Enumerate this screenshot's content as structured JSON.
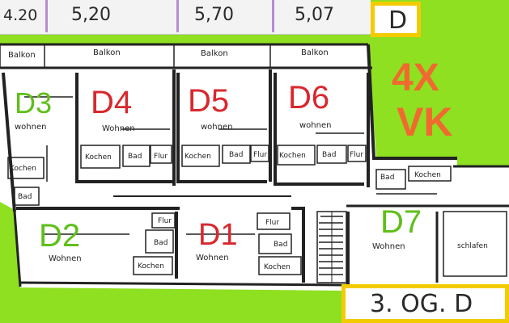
{
  "dimensions": [
    "4.20",
    "5,20",
    "5,70",
    "5,07"
  ],
  "floor_badge": "D",
  "summary_line1": "4X",
  "summary_line2": "VK",
  "floor_label": "3. OG. D",
  "apartments": {
    "d1": "D1",
    "d2": "D2",
    "d3": "D3",
    "d4": "D4",
    "d5": "D5",
    "d6": "D6",
    "d7": "D7"
  },
  "rooms": {
    "balkon_1": "Balkon",
    "balkon_2": "Balkon",
    "balkon_3": "Balkon",
    "balkon_4": "Balkon",
    "wohnen_d3": "wohnen",
    "wohnen_d4": "Wohnen",
    "wohnen_d5": "wohnen",
    "wohnen_d6": "wohnen",
    "wohnen_d2": "Wohnen",
    "wohnen_d1": "Wohnen",
    "wohnen_d7": "Wohnen",
    "kochen_d4": "Kochen",
    "bad_d4": "Bad",
    "flur_d4": "Flur",
    "kochen_d5": "Kochen",
    "bad_d5": "Bad",
    "flur_d5": "Flur",
    "kochen_d6": "Kochen",
    "bad_d6": "Bad",
    "flur_d6": "Flur",
    "kochen_d3": "Kochen",
    "bad_d3": "Bad",
    "flur_d2": "Flur",
    "bad_d2": "Bad",
    "kochen_d2": "Kochen",
    "flur_d1": "Flur",
    "bad_d1": "Bad",
    "kochen_d1": "Kochen",
    "bad_d7": "Bad",
    "kochen_d7": "Kochen",
    "schlafen_d7": "schlafen"
  },
  "colors": {
    "background": "#8ee021",
    "label_green": "#5fbf1a",
    "label_red": "#d8282e",
    "summary_orange": "#f06a30",
    "badge_border": "#f2cc00"
  }
}
